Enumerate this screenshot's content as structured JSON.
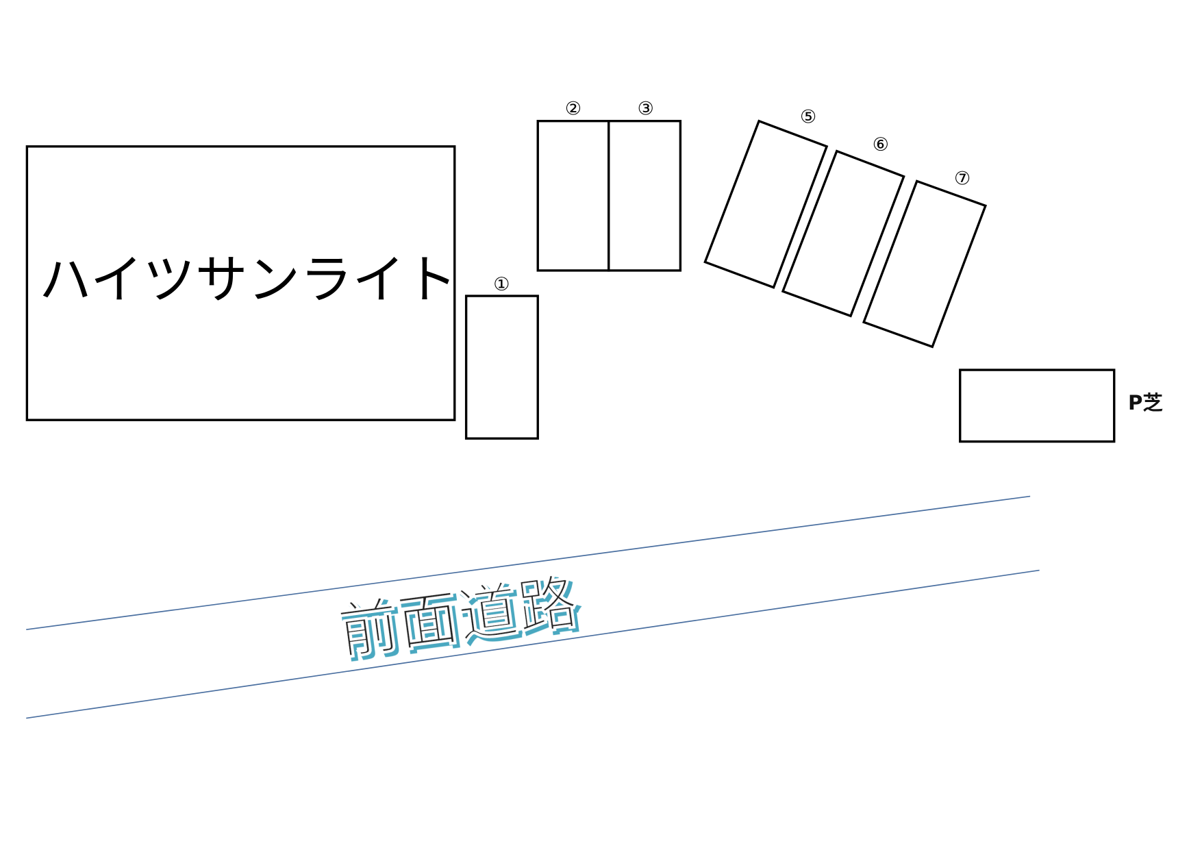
{
  "building": {
    "name": "ハイツサンライト"
  },
  "parking_spaces": [
    {
      "label": "①"
    },
    {
      "label": "②"
    },
    {
      "label": "③"
    },
    {
      "label": "⑤"
    },
    {
      "label": "⑥"
    },
    {
      "label": "⑦"
    }
  ],
  "extra_space": {
    "label": "P芝"
  },
  "road": {
    "label": "前面道路",
    "line_color": "#4a6fa0",
    "shadow_color": "#4aa8c0"
  }
}
